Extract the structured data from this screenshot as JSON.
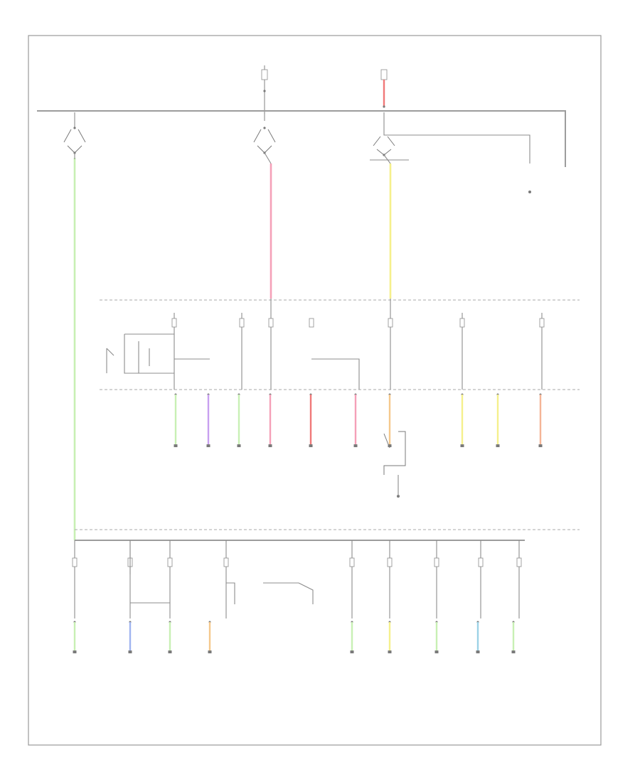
{
  "footer_code": "",
  "colors": {
    "green": "#c8f0b4",
    "pink": "#f5a0b8",
    "yellow": "#f5f08c",
    "red": "#f07878",
    "violet": "#c8a0f0",
    "orange": "#f5c88c",
    "blue": "#a0b4f0",
    "lightblue": "#9cd2e6",
    "peach": "#f5b496",
    "gray": "#9c9c9c"
  },
  "top_sources": [
    {
      "label": ""
    },
    {
      "label": ""
    }
  ],
  "switches": [
    {
      "label": ""
    },
    {
      "label": ""
    },
    {
      "label": ""
    }
  ],
  "fuse_box_labels": {
    "upper": "",
    "lower": ""
  },
  "middle_fuses": [
    {
      "label": "",
      "wire": ""
    },
    {
      "label": "",
      "wire": ""
    },
    {
      "label": "",
      "wire": ""
    },
    {
      "label": "",
      "wire": ""
    },
    {
      "label": "",
      "wire": ""
    },
    {
      "label": "",
      "wire": ""
    },
    {
      "label": "",
      "wire": ""
    }
  ],
  "middle_loads": [
    {
      "label": "",
      "wire_color": "green"
    },
    {
      "label": "",
      "wire_color": "violet"
    },
    {
      "label": "",
      "wire_color": "green"
    },
    {
      "label": "",
      "wire_color": "pink"
    },
    {
      "label": "",
      "wire_color": "red"
    },
    {
      "label": "",
      "wire_color": "pink"
    },
    {
      "label": "",
      "wire_color": "orange"
    },
    {
      "label": "",
      "wire_color": "yellow"
    },
    {
      "label": "",
      "wire_color": "yellow"
    },
    {
      "label": "",
      "wire_color": "peach"
    }
  ],
  "bottom_fuses": [
    {
      "label": ""
    },
    {
      "label": ""
    },
    {
      "label": ""
    },
    {
      "label": ""
    },
    {
      "label": ""
    },
    {
      "label": ""
    },
    {
      "label": ""
    },
    {
      "label": ""
    },
    {
      "label": ""
    }
  ],
  "bottom_loads": [
    {
      "label": "",
      "wire_color": "green"
    },
    {
      "label": "",
      "wire_color": "blue"
    },
    {
      "label": "",
      "wire_color": "green"
    },
    {
      "label": "",
      "wire_color": "orange"
    },
    {
      "label": "",
      "wire_color": "green"
    },
    {
      "label": "",
      "wire_color": "yellow"
    },
    {
      "label": "",
      "wire_color": "green"
    },
    {
      "label": "",
      "wire_color": "lightblue"
    },
    {
      "label": "",
      "wire_color": "green"
    }
  ]
}
